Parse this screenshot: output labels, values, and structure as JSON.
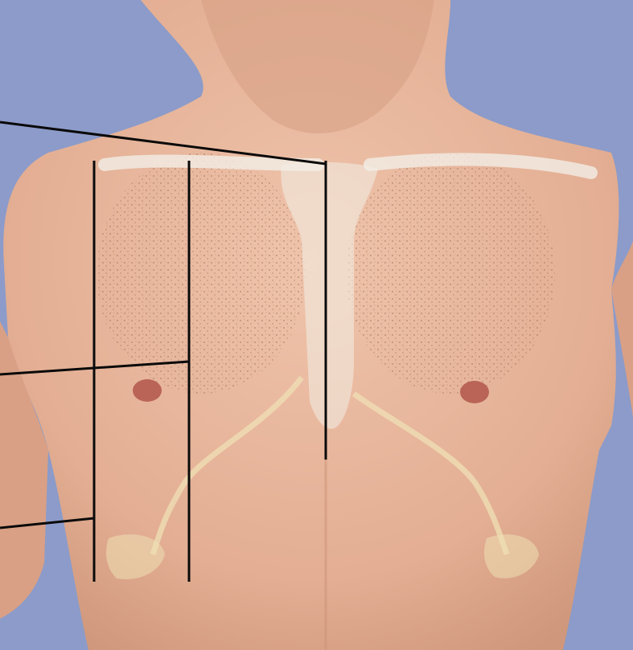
{
  "image": {
    "subject": "anterior-chest",
    "labels": []
  },
  "colors": {
    "background": "#8c9bc9",
    "skin": "#e5b39a",
    "skin_shadow": "#c98f74",
    "hair": "#a87a62",
    "bone_overlay": "#f2eee6",
    "cartilage_overlay": "#efe0b5",
    "nipple": "#b96456",
    "reference_line": "#0a0a0a"
  },
  "reference_lines": [
    {
      "id": "midsternal-line",
      "kind": "vertical"
    },
    {
      "id": "midclavicular-line",
      "kind": "vertical"
    },
    {
      "id": "anterior-axillary-line",
      "kind": "vertical"
    },
    {
      "id": "leader-line-top",
      "kind": "leader"
    },
    {
      "id": "leader-line-middle",
      "kind": "leader"
    },
    {
      "id": "leader-line-bottom",
      "kind": "leader"
    }
  ]
}
